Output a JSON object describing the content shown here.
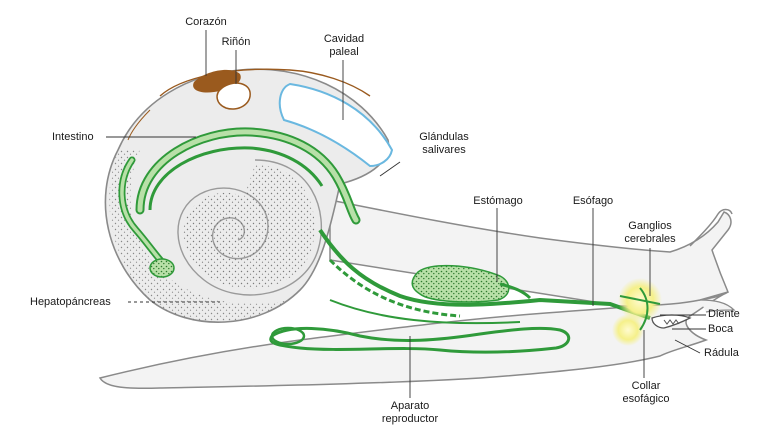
{
  "labels": {
    "corazon": "Corazón",
    "rinon": "Riñón",
    "cavidad_1": "Cavidad",
    "cavidad_2": "paleal",
    "intestino": "Intestino",
    "glandulas_1": "Glándulas",
    "glandulas_2": "salivares",
    "estomago": "Estómago",
    "esofago": "Esófago",
    "ganglios_1": "Ganglios",
    "ganglios_2": "cerebrales",
    "diente": "Diente",
    "boca": "Boca",
    "radula": "Rádula",
    "hepatopancreas": "Hepatopáncreas",
    "collar_1": "Collar",
    "collar_2": "esofágico",
    "aparato_1": "Aparato",
    "aparato_2": "reproductor"
  },
  "colors": {
    "outline": "#8a8a8a",
    "shell_fill": "#ececec",
    "body_fill": "#f3f3f3",
    "organ_green": "#2f9a3a",
    "organ_green_light": "#b8e0a8",
    "heart_brown": "#9a5a1e",
    "mantle_blue": "#6ab8e0",
    "glow_yellow": "#f5f08a"
  }
}
